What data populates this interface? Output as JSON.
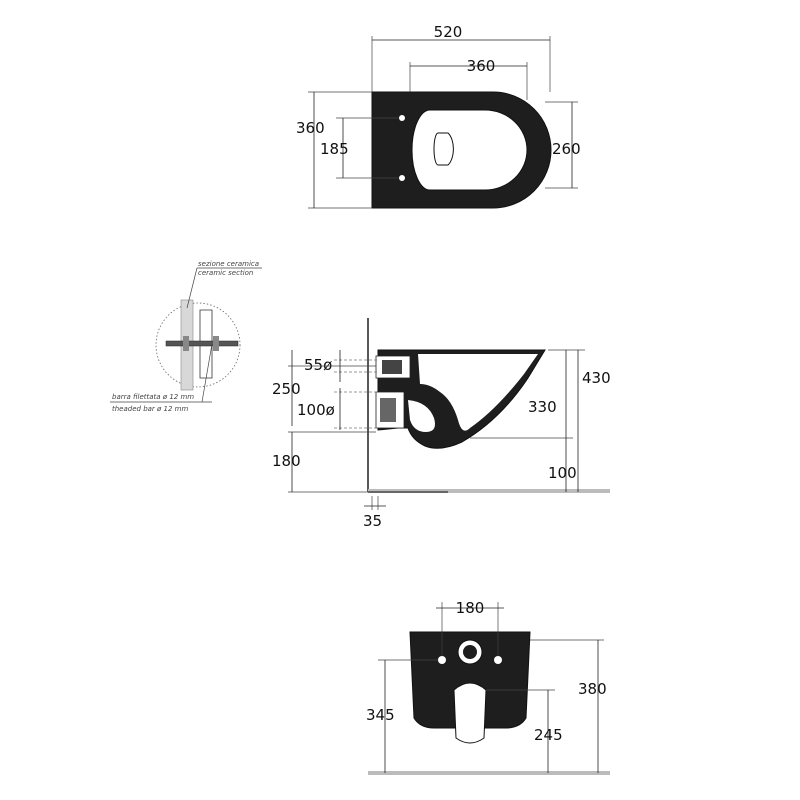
{
  "top_view": {
    "width": "520",
    "inner_width": "360",
    "depth": "360",
    "bolt_spacing": "185",
    "bowl_depth": "260"
  },
  "detail": {
    "label_ceramic_it": "sezione ceramica",
    "label_ceramic_en": "ceramic section",
    "label_bar_it": "barra filettata ø 12 mm",
    "label_bar_en": "theaded bar ø 12 mm"
  },
  "side_view": {
    "inlet_dia": "55ø",
    "outlet_dia": "100ø",
    "inlet_height": "250",
    "outlet_height": "180",
    "total_height": "430",
    "bowl_height": "330",
    "lip_height": "100",
    "wall_gap": "35"
  },
  "rear_view": {
    "hole_spacing": "180",
    "left_height": "345",
    "total_height": "380",
    "outlet_height": "245"
  },
  "colors": {
    "ceramic": "#1e1e1e",
    "floor": "#bbbbbb",
    "dimension_lines": "#222222"
  }
}
